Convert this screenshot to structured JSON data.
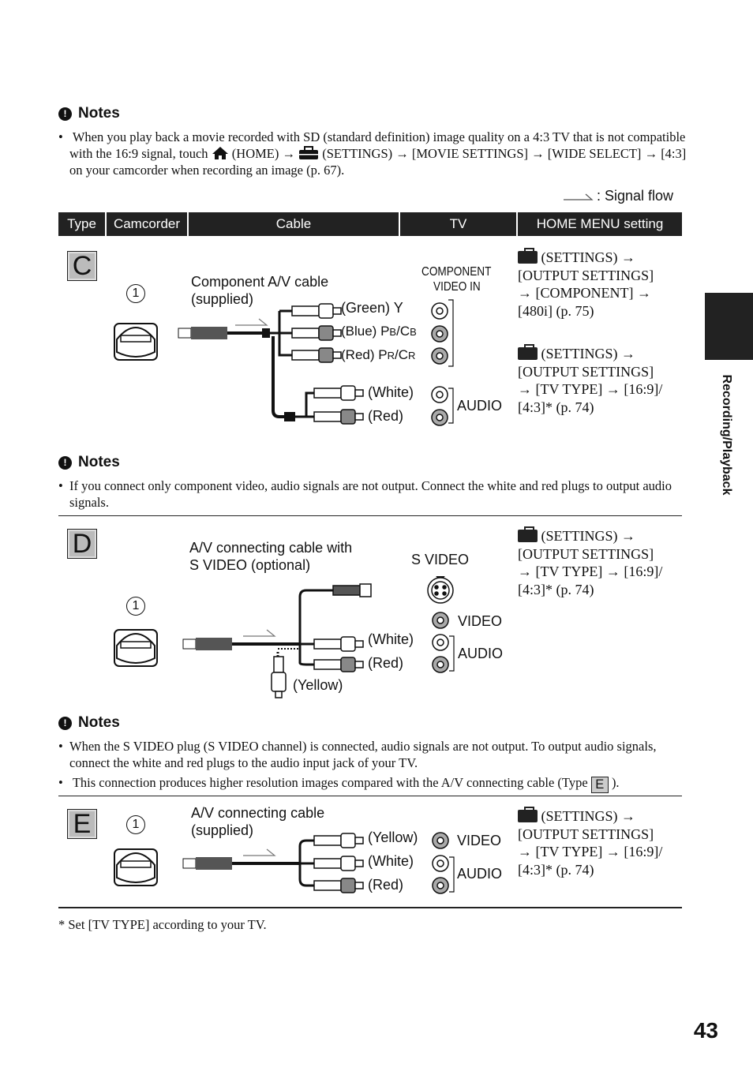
{
  "notes_label": "Notes",
  "note1": {
    "p1": "When you play back a movie recorded with SD (standard definition) image quality on a 4:3 TV that is not compatible with the 16:9 signal, touch",
    "home": "(HOME)",
    "settings": "(SETTINGS)",
    "p2": "[MOVIE SETTINGS]",
    "p3": "[WIDE SELECT]",
    "p4": "[4:3] on your camcorder when recording an image (p. 67)."
  },
  "signal_flow": ": Signal flow",
  "table_headers": [
    "Type",
    "Camcorder",
    "Cable",
    "TV",
    "HOME MENU setting"
  ],
  "arrow": "→",
  "section_c": {
    "letter": "C",
    "cable_label_1": "Component A/V cable",
    "cable_label_2": "(supplied)",
    "green": "(Green) Y",
    "blue_a": "(Blue) P",
    "blue_b": "B",
    "blue_c": "/C",
    "blue_d": "B",
    "red_a": "(Red) P",
    "red_b": "R",
    "red_c": "/C",
    "red_d": "R",
    "white": "(White)",
    "red": "(Red)",
    "comp_in_1": "COMPONENT",
    "comp_in_2": "VIDEO IN",
    "audio": "AUDIO",
    "menu1_l1": "(SETTINGS)",
    "menu1_l2": "[OUTPUT SETTINGS]",
    "menu1_l3": "[COMPONENT]",
    "menu1_l4": "[480i] (p. 75)",
    "menu2_l1": "(SETTINGS)",
    "menu2_l2": "[OUTPUT SETTINGS]",
    "menu2_l3a": "[TV TYPE]",
    "menu2_l3b": "[16:9]/",
    "menu2_l4": "[4:3]* (p. 74)"
  },
  "note2": "If you connect only component video, audio signals are not output. Connect the white and red plugs to output audio signals.",
  "section_d": {
    "letter": "D",
    "cable_label_1": "A/V connecting cable with",
    "cable_label_2": "S VIDEO (optional)",
    "s_video": "S VIDEO",
    "video": "VIDEO",
    "audio": "AUDIO",
    "white": "(White)",
    "red": "(Red)",
    "yellow": "(Yellow)",
    "menu_l1": "(SETTINGS)",
    "menu_l2": "[OUTPUT SETTINGS]",
    "menu_l3a": "[TV TYPE]",
    "menu_l3b": "[16:9]/",
    "menu_l4": "[4:3]* (p. 74)"
  },
  "note3": {
    "b1": "When the S VIDEO plug (S VIDEO channel) is connected, audio signals are not output. To output audio signals, connect the white and red plugs to the audio input jack of your TV.",
    "b2": "This connection produces higher resolution images compared with the A/V connecting cable (Type",
    "b2_letter": "E",
    "b2_end": ")."
  },
  "section_e": {
    "letter": "E",
    "cable_label_1": "A/V connecting cable",
    "cable_label_2": "(supplied)",
    "yellow": "(Yellow)",
    "white": "(White)",
    "red": "(Red)",
    "video": "VIDEO",
    "audio": "AUDIO",
    "menu_l1": "(SETTINGS)",
    "menu_l2": "[OUTPUT SETTINGS]",
    "menu_l3a": "[TV TYPE]",
    "menu_l3b": "[16:9]/",
    "menu_l4": "[4:3]* (p. 74)"
  },
  "circle_num": "1",
  "footnote_mark": "*",
  "footnote": "Set [TV TYPE] according to your TV.",
  "side_tab": "Recording/Playback",
  "page_number": "43"
}
